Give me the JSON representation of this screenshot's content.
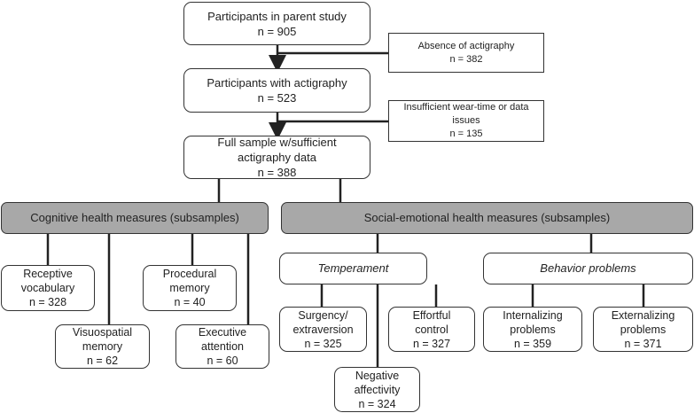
{
  "flow": {
    "parent": {
      "label": "Participants in parent study",
      "n": "n = 905"
    },
    "absence": {
      "label": "Absence of actigraphy",
      "n": "n = 382"
    },
    "with_actigraphy": {
      "label": "Participants with actigraphy",
      "n": "n = 523"
    },
    "insufficient": {
      "label1": "Insufficient wear-time or data",
      "label2": "issues",
      "n": "n = 135"
    },
    "full_sample": {
      "label1": "Full sample w/sufficient",
      "label2": "actigraphy data",
      "n": "n = 388"
    }
  },
  "cognitive": {
    "header": "Cognitive health measures (subsamples)",
    "receptive": {
      "label1": "Receptive",
      "label2": "vocabulary",
      "n": "n = 328"
    },
    "visuospatial": {
      "label1": "Visuospatial",
      "label2": "memory",
      "n": "n = 62"
    },
    "procedural": {
      "label1": "Procedural",
      "label2": "memory",
      "n": "n = 40"
    },
    "executive": {
      "label1": "Executive",
      "label2": "attention",
      "n": "n = 60"
    }
  },
  "social": {
    "header": "Social-emotional health measures (subsamples)",
    "temperament": "Temperament",
    "behavior": "Behavior problems",
    "surgency": {
      "label1": "Surgency/",
      "label2": "extraversion",
      "n": "n = 325"
    },
    "effortful": {
      "label1": "Effortful",
      "label2": "control",
      "n": "n = 327"
    },
    "negative": {
      "label1": "Negative",
      "label2": "affectivity",
      "n": "n = 324"
    },
    "internalizing": {
      "label1": "Internalizing",
      "label2": "problems",
      "n": "n = 359"
    },
    "externalizing": {
      "label1": "Externalizing",
      "label2": "problems",
      "n": "n = 371"
    }
  },
  "colors": {
    "header_fill": "#a8a8a8",
    "line": "#222222"
  }
}
